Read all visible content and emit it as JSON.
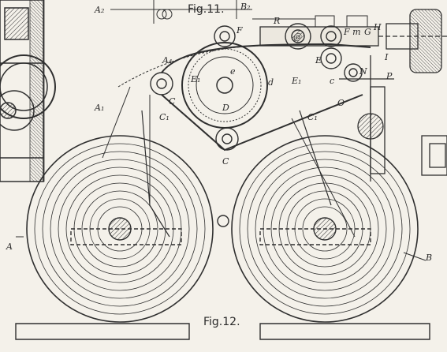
{
  "figure_top": "Fig.11.",
  "figure_main": "Fig.12.",
  "labels": {
    "A2": "A₂",
    "B2": "B₂",
    "B": "B",
    "a": "@",
    "F_top": "F",
    "Fm": "F m",
    "G": "G",
    "H": "H",
    "I": "I",
    "A4": "A₄",
    "E": "E",
    "E1_left": "E₁",
    "e": "e",
    "d": "d",
    "E1_right": "E₁",
    "c_right": "c",
    "N": "N",
    "P": "P",
    "A1": "A₁",
    "C_left": "C",
    "C1_left": "C₁",
    "D": "D",
    "C1_right": "C₁",
    "O": "O",
    "C_bottom": "C",
    "A": "A",
    "B_right": "B"
  },
  "colors": {
    "paper": "#f4f1ea",
    "ink": "#2f2f2f"
  }
}
